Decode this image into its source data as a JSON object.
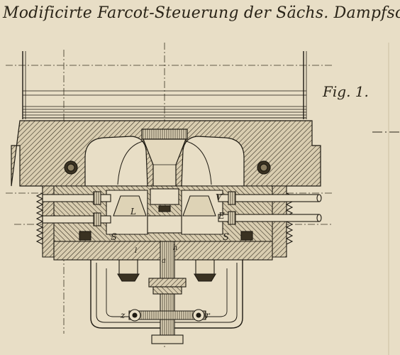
{
  "title": "Modificirte Farcot-Steuerung der Sächs. Dampfschiffs-",
  "figure_label": "Fig. 1.",
  "labels": {
    "V": "V",
    "L": "L",
    "E": "E",
    "S_left": "S",
    "S_right": "S",
    "l": "l",
    "h": "h",
    "a": "a",
    "z": "z",
    "r": "r"
  },
  "colors": {
    "paper": "#e8dec6",
    "ink": "#1e1a12"
  }
}
